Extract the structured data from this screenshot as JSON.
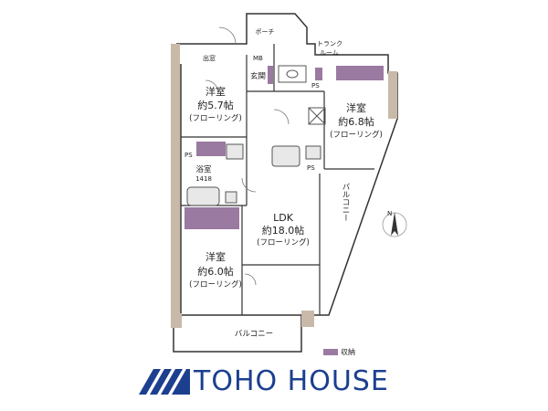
{
  "rooms": {
    "western_a": {
      "name": "洋室",
      "size": "約5.7帖",
      "floor": "(フローリング)"
    },
    "western_b": {
      "name": "洋室",
      "size": "約6.8帖",
      "floor": "(フローリング)"
    },
    "western_c": {
      "name": "洋室",
      "size": "約6.0帖",
      "floor": "(フローリング)"
    },
    "ldk": {
      "name": "LDK",
      "size": "約18.0帖",
      "floor": "(フローリング)"
    },
    "bath": {
      "name": "浴室",
      "size": "1418"
    }
  },
  "labels": {
    "porch": "ポーチ",
    "trunk_room_1": "トランク",
    "trunk_room_2": "ルーム",
    "bay": "出窓",
    "entrance": "玄関",
    "mb": "MB",
    "ps": "PS",
    "balcony_bottom": "バルコニー",
    "balcony_side": "バルコニー",
    "north": "N"
  },
  "legend": {
    "storage": "収納"
  },
  "brand": {
    "name": "TOHO HOUSE"
  },
  "colors": {
    "storage": "#9a7aa0",
    "wall": "#c9b9a8",
    "line": "#333333",
    "brand": "#1c3f8f"
  }
}
